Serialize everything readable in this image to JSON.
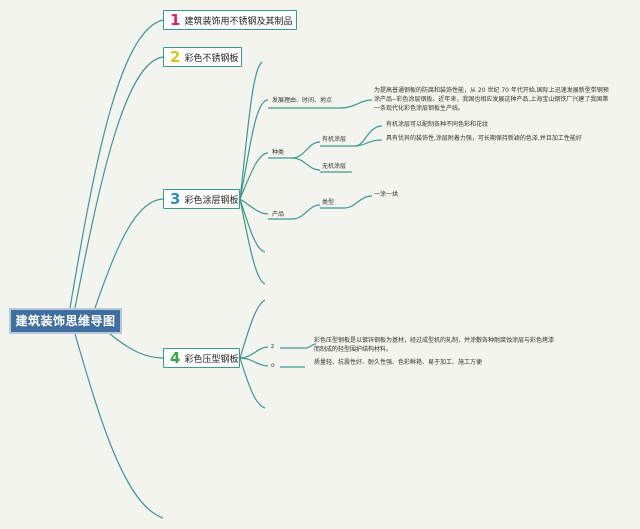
{
  "root": {
    "label": "建筑装饰思维导图"
  },
  "colors": {
    "branch": "#3a9a8e",
    "root_fill": "#3f6ea0",
    "num1": "#e0245a",
    "num2": "#d8c418",
    "num3": "#2a90c8",
    "num4": "#3aa84a"
  },
  "topics": [
    {
      "num": "1",
      "label": "建筑装饰用不锈钢及其制品"
    },
    {
      "num": "2",
      "label": "彩色不锈钢板"
    },
    {
      "num": "3",
      "label": "彩色涂层钢板"
    },
    {
      "num": "4",
      "label": "彩色压型钢板"
    }
  ],
  "t3": {
    "dev_label": "发展理由、时间、地点",
    "dev_note": "为提高普通钢板的防腐和装饰性能，从 20 世纪 70 年代开始,国际上迅速发展新型带钢预涂产品--彩色涂层钢板。近年来，我国也相应发展这种产品,上海宝山钢铁厂兴建了我国第一条现代化彩色涂层钢板生产线。",
    "kinds_label": "种类",
    "organic_label": "有机涂层",
    "organic_note1": "有机涂层可以配制各种不同色彩和花纹",
    "organic_note2": "具有优异的装饰性,涂层附着力强，可长期保持新颖的色泽,并且加工性能好",
    "inorganic_label": "无机涂层",
    "product_label": "产品",
    "type_label": "类型",
    "type_note": "一涂一烘"
  },
  "t4": {
    "z_label": "z",
    "z_note": "彩色压型钢板是以镀锌钢板为基材，经过成型机的轧制，并涂敷各种耐腐蚀涂层与彩色烤漆而制成的轻型围护结构材料。",
    "o_label": "o",
    "o_note": "质量轻、抗震性好、耐久性强、色彩鲜艳、易于加工、施工方便"
  }
}
